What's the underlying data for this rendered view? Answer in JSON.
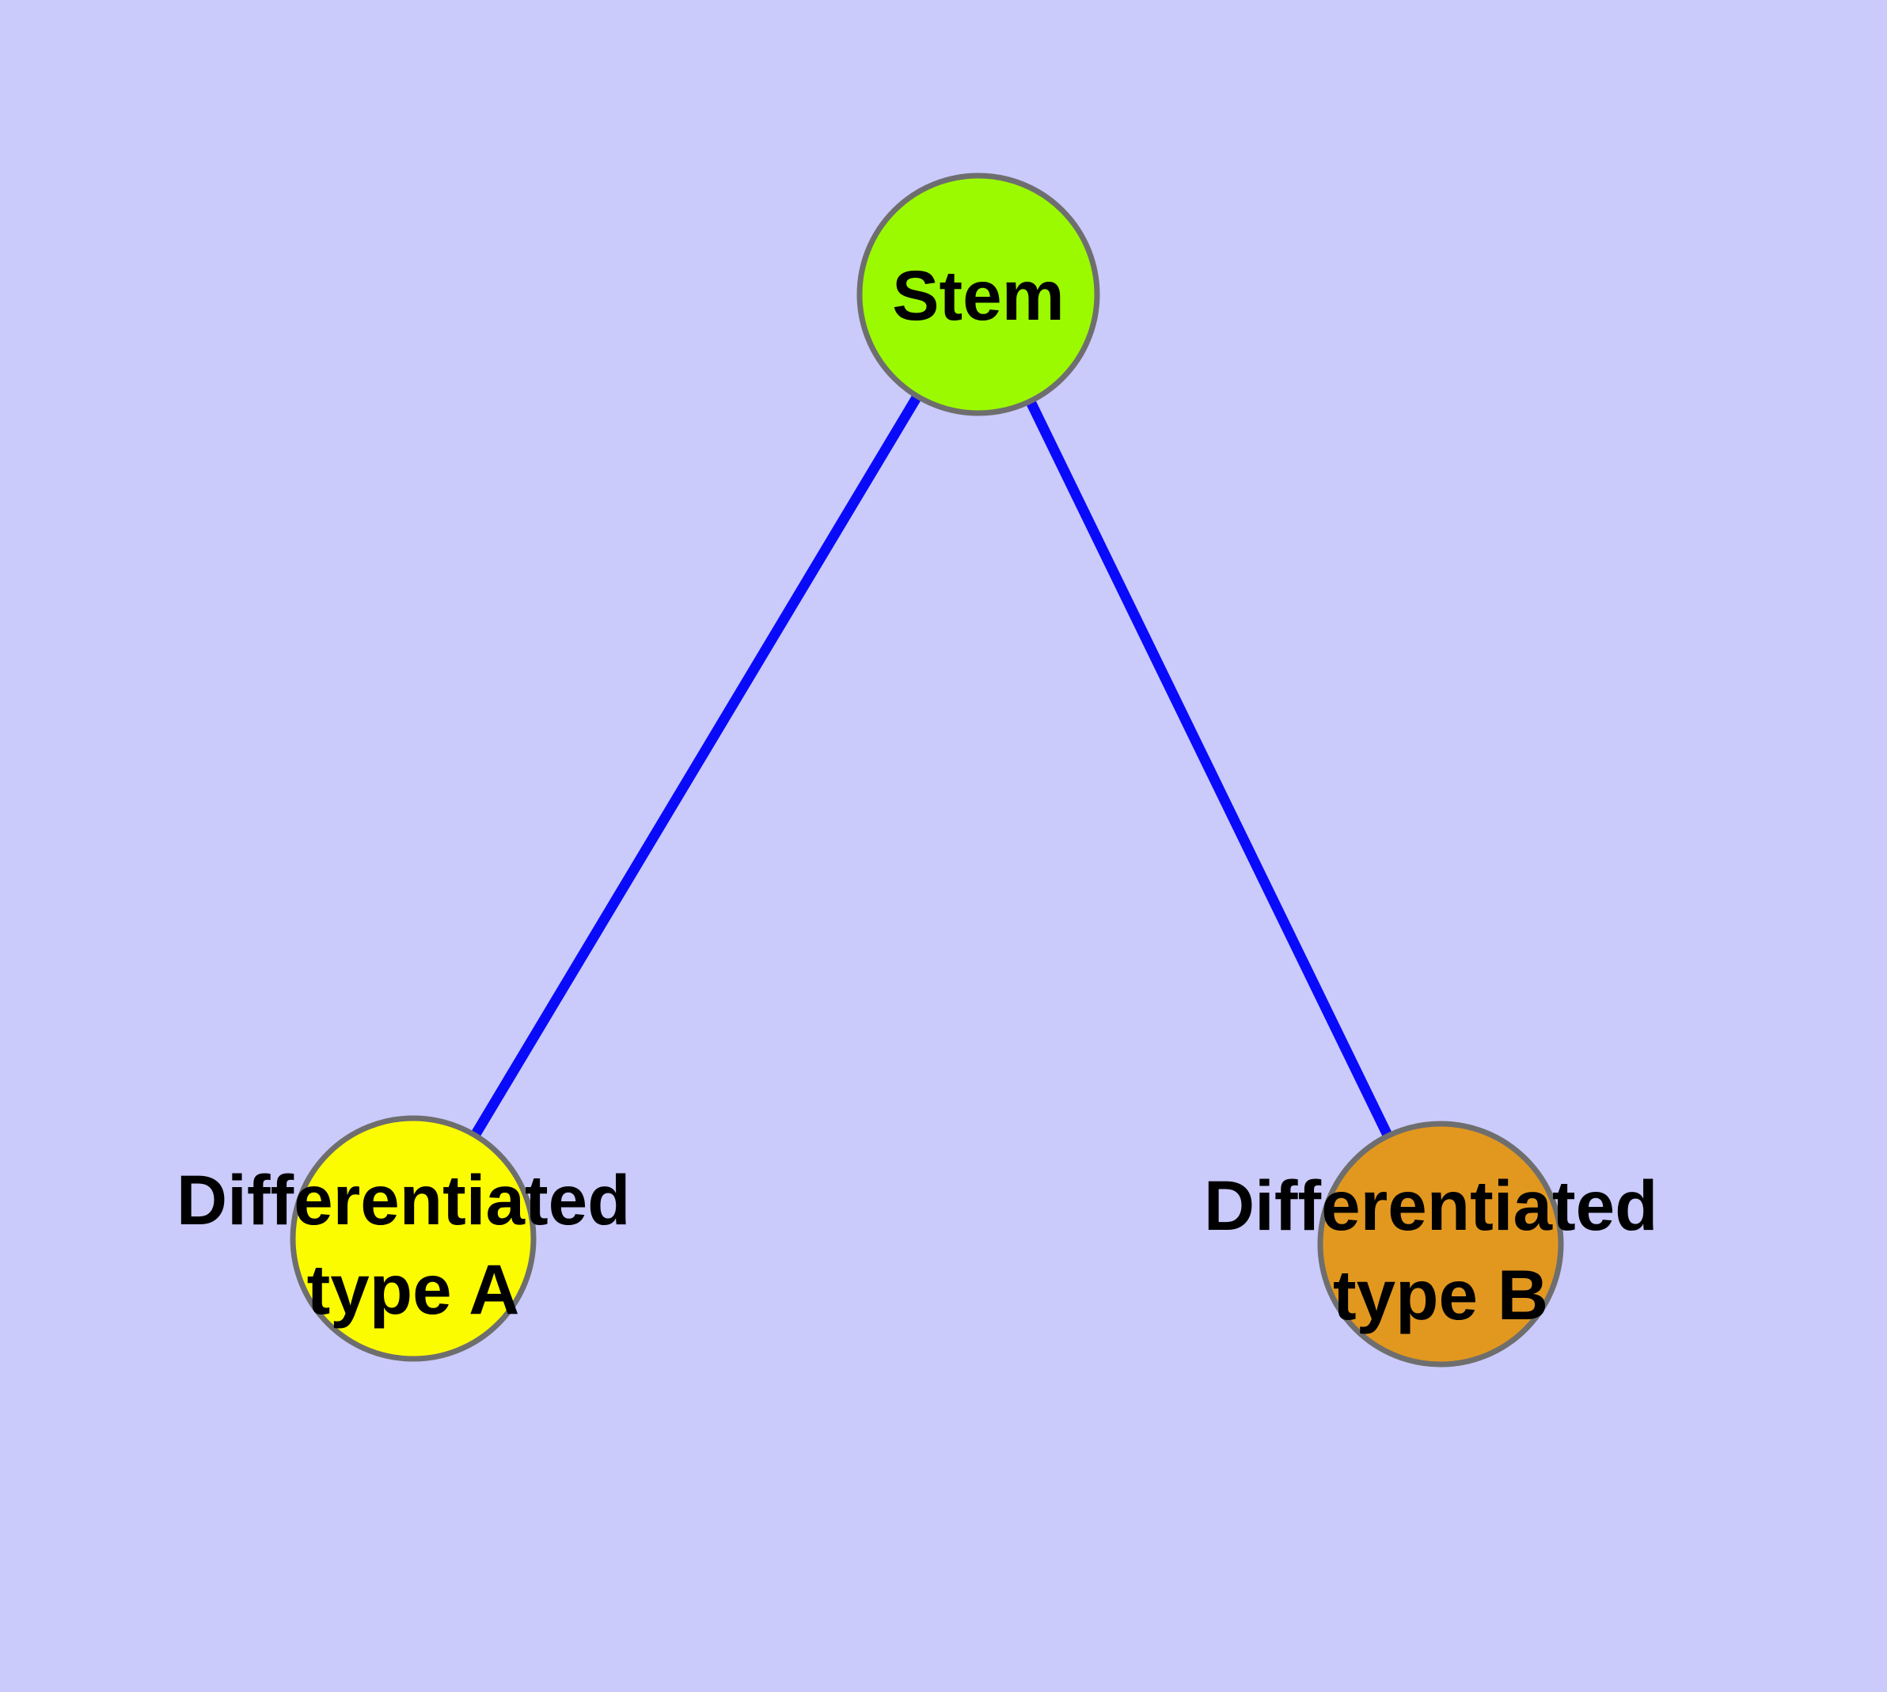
{
  "colors": {
    "background": "#cacafb",
    "edge": "#0a0afa",
    "node_border": "#6e6e6e",
    "label": "#000000",
    "stem_fill": "#9bfa00",
    "type_a_fill": "#fcfc00",
    "type_b_fill": "#e2981f"
  },
  "nodes": {
    "stem": {
      "label": "Stem"
    },
    "type_a": {
      "label_line1": "Differentiated",
      "label_line2": "type A"
    },
    "type_b": {
      "label_line1": "Differentiated",
      "label_line2": "type B"
    }
  },
  "edges": [
    {
      "from": "Stem",
      "to": "Differentiated type A"
    },
    {
      "from": "Stem",
      "to": "Differentiated type B"
    }
  ]
}
